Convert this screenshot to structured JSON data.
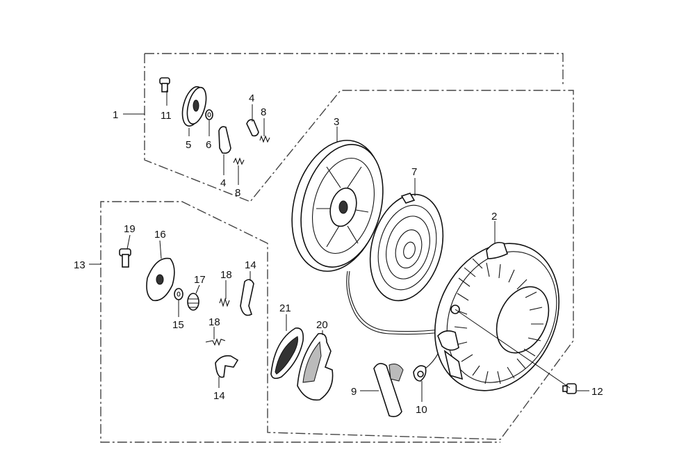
{
  "callouts": {
    "c1": "1",
    "c2": "2",
    "c3": "3",
    "c4a": "4",
    "c4b": "4",
    "c5": "5",
    "c6": "6",
    "c7": "7",
    "c8a": "8",
    "c8b": "8",
    "c9": "9",
    "c10": "10",
    "c11": "11",
    "c12": "12",
    "c13": "13",
    "c14a": "14",
    "c14b": "14",
    "c15": "15",
    "c16": "16",
    "c17": "17",
    "c18a": "18",
    "c18b": "18",
    "c19": "19",
    "c20": "20",
    "c21": "21"
  },
  "colors": {
    "line": "#111111",
    "background": "#ffffff"
  }
}
